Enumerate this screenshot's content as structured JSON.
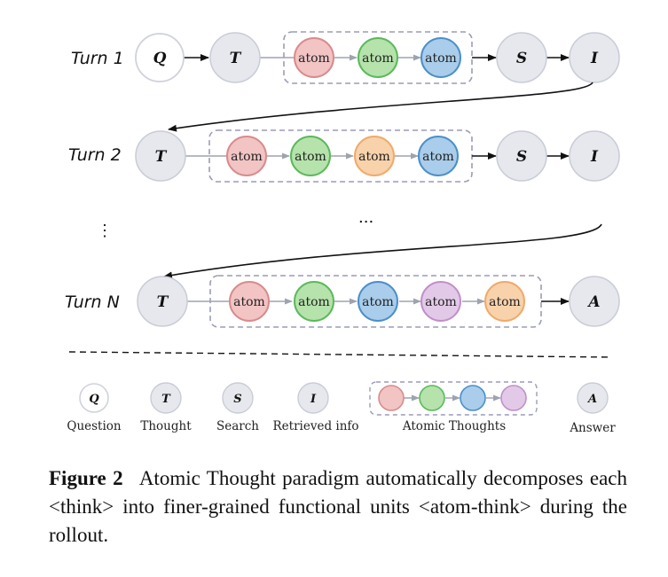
{
  "turns": [
    {
      "label": "Turn 1",
      "start": "Q",
      "atoms": [
        "atom",
        "atom",
        "atom"
      ],
      "tail": [
        "S",
        "I"
      ]
    },
    {
      "label": "Turn 2",
      "start": "T",
      "atoms": [
        "atom",
        "atom",
        "atom",
        "atom"
      ],
      "tail": [
        "S",
        "I"
      ]
    },
    {
      "label": "Turn N",
      "start": "T",
      "atoms": [
        "atom",
        "atom",
        "atom",
        "atom",
        "atom"
      ],
      "tail": [
        "A"
      ]
    }
  ],
  "turn1_thought": "T",
  "ellipsis_horizontal": "...",
  "ellipsis_vertical": "⋮",
  "legend": {
    "question": {
      "letter": "Q",
      "label": "Question"
    },
    "thought": {
      "letter": "T",
      "label": "Thought"
    },
    "search": {
      "letter": "S",
      "label": "Search"
    },
    "retrieved": {
      "letter": "I",
      "label": "Retrieved info"
    },
    "atomic": {
      "label": "Atomic Thoughts"
    },
    "answer": {
      "letter": "A",
      "label": "Answer"
    }
  },
  "caption": {
    "figure_number": "Figure 2",
    "text": "Atomic Thought paradigm automatically decomposes each <think> into finer-grained functional units <atom-think> during the rollout."
  },
  "colors": {
    "gray_fill": "#e6e8ee",
    "gray_stroke": "#c9ccd6",
    "white_fill": "#ffffff",
    "red_fill": "#f2c4c4",
    "red_stroke": "#d98b8b",
    "green_fill": "#b5e3ab",
    "green_stroke": "#5cb85c",
    "blue_fill": "#a9cdea",
    "blue_stroke": "#4a8fc9",
    "orange_fill": "#f8d2ab",
    "orange_stroke": "#efaa6a",
    "purple_fill": "#e3c9e8",
    "purple_stroke": "#c08fca",
    "dash_box": "#9a9cb8"
  }
}
